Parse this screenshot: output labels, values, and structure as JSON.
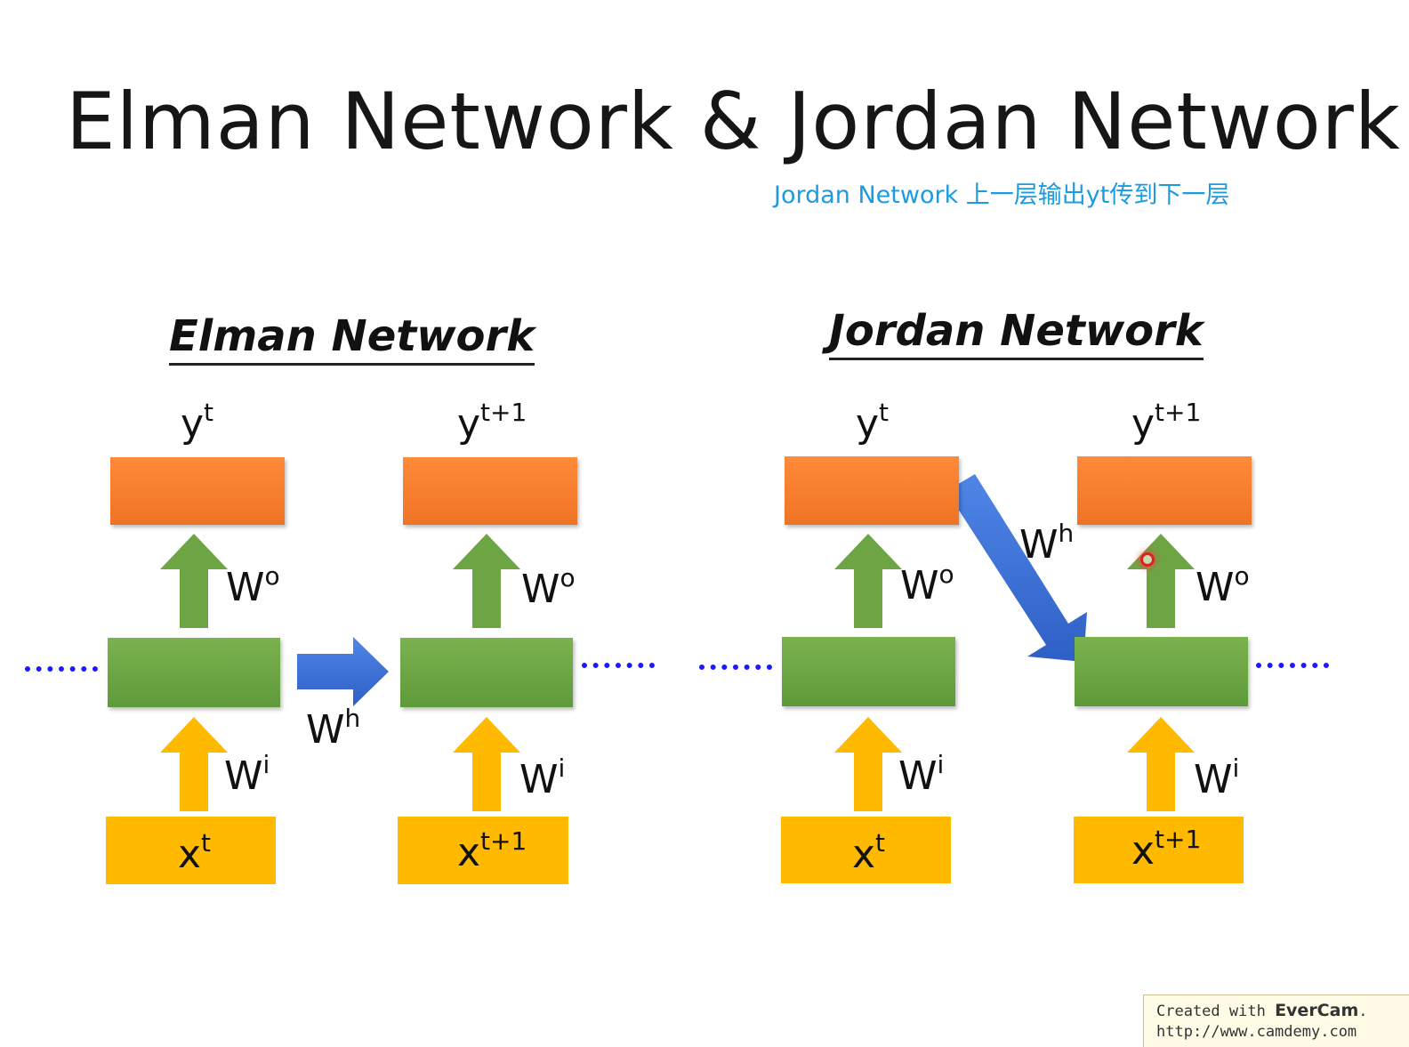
{
  "slide": {
    "title": "Elman Network & Jordan Network",
    "annotation": "Jordan Network 上一层输出yt传到下一层"
  },
  "elman": {
    "heading": "Elman Network",
    "y_t": {
      "base": "y",
      "sup": "t"
    },
    "y_t1": {
      "base": "y",
      "sup": "t+1"
    },
    "x_t": {
      "base": "x",
      "sup": "t"
    },
    "x_t1": {
      "base": "x",
      "sup": "t+1"
    },
    "wo_1": {
      "base": "W",
      "sup": "o"
    },
    "wo_2": {
      "base": "W",
      "sup": "o"
    },
    "wi_1": {
      "base": "W",
      "sup": "i"
    },
    "wi_2": {
      "base": "W",
      "sup": "i"
    },
    "wh": {
      "base": "W",
      "sup": "h"
    }
  },
  "jordan": {
    "heading": "Jordan Network",
    "y_t": {
      "base": "y",
      "sup": "t"
    },
    "y_t1": {
      "base": "y",
      "sup": "t+1"
    },
    "x_t": {
      "base": "x",
      "sup": "t"
    },
    "x_t1": {
      "base": "x",
      "sup": "t+1"
    },
    "wo_1": {
      "base": "W",
      "sup": "o"
    },
    "wo_2": {
      "base": "W",
      "sup": "o"
    },
    "wi_1": {
      "base": "W",
      "sup": "i"
    },
    "wi_2": {
      "base": "W",
      "sup": "i"
    },
    "wh": {
      "base": "W",
      "sup": "h"
    }
  },
  "colors": {
    "output_box": "#f47b2b",
    "hidden_box": "#6ea544",
    "input_box": "#ffba00",
    "output_arrow": "#6ea544",
    "input_arrow": "#ffba00",
    "recurrent_arrow": "#3b6fd6",
    "dots": "#1a1aff",
    "annotation": "#1b9be0"
  },
  "watermark": {
    "prefix": "Created with ",
    "brand": "EverCam",
    "suffix": ".",
    "url": "http://www.camdemy.com"
  }
}
